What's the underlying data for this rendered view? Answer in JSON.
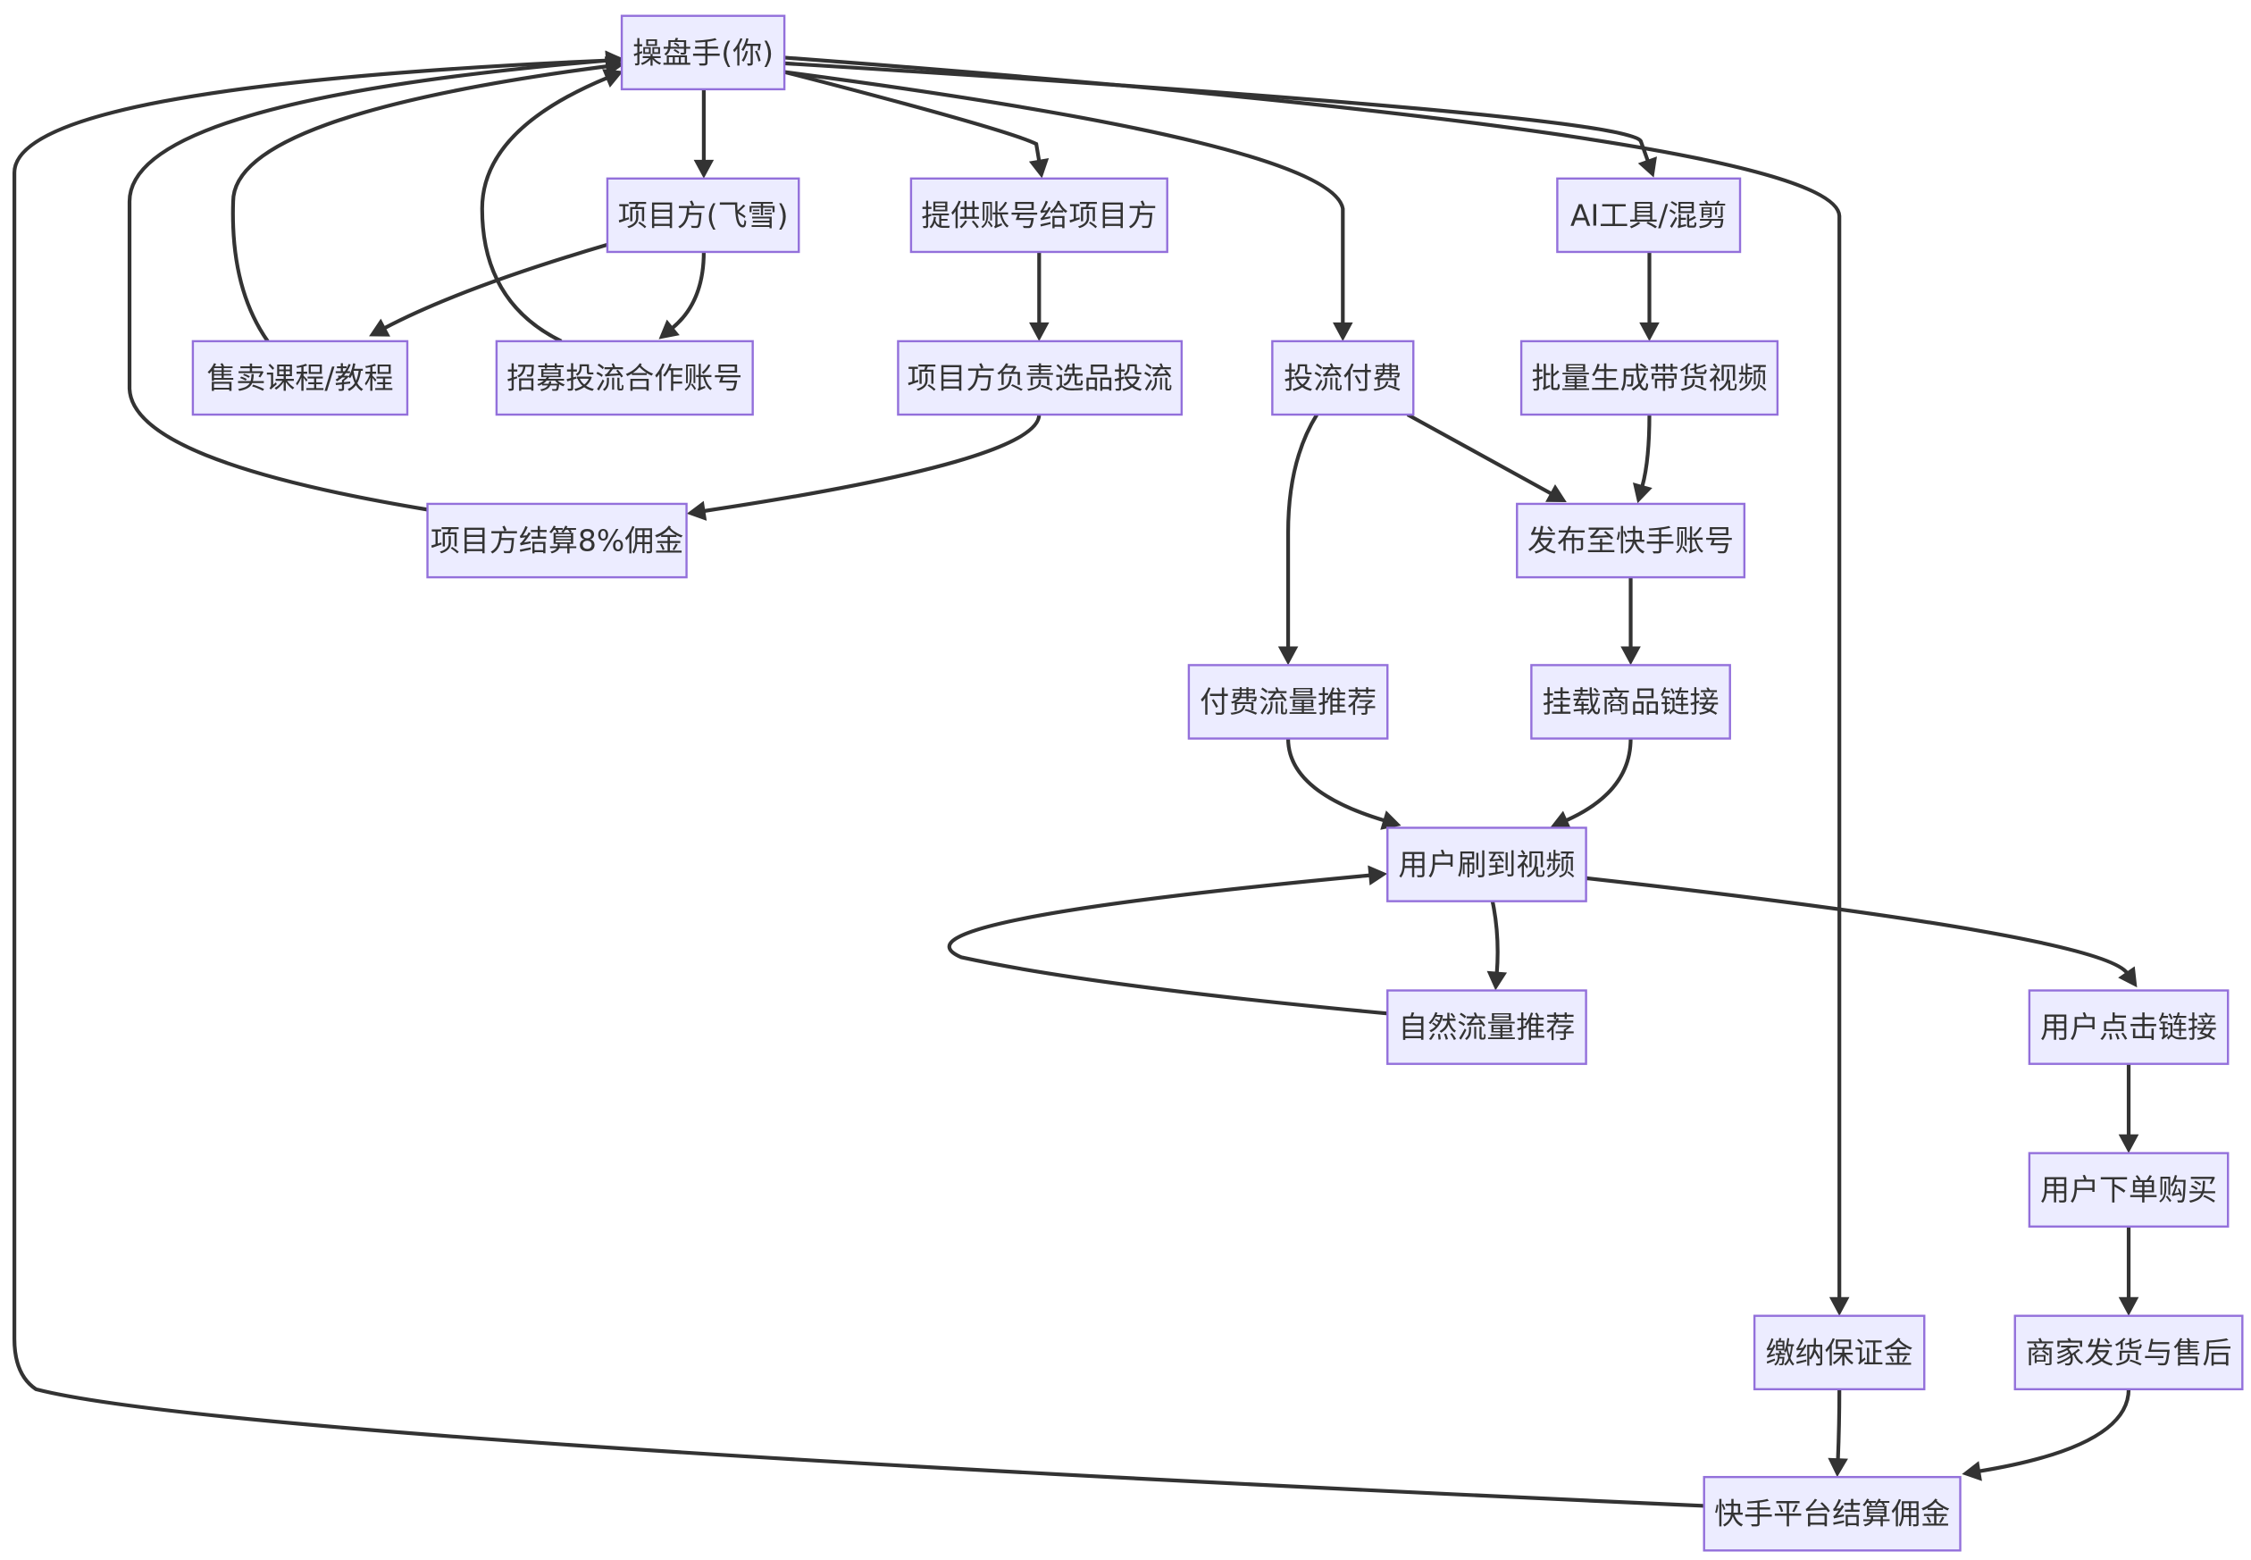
{
  "nodes": [
    {
      "id": "trader",
      "label": "操盘手(你)"
    },
    {
      "id": "project_party",
      "label": "项目方(飞雪)"
    },
    {
      "id": "provide_account",
      "label": "提供账号给项目方"
    },
    {
      "id": "ai_tools",
      "label": "AI工具/混剪"
    },
    {
      "id": "sell_courses",
      "label": "售卖课程/教程"
    },
    {
      "id": "recruit_accounts",
      "label": "招募投流合作账号"
    },
    {
      "id": "project_selects",
      "label": "项目方负责选品投流"
    },
    {
      "id": "paid_promo",
      "label": "投流付费"
    },
    {
      "id": "batch_videos",
      "label": "批量生成带货视频"
    },
    {
      "id": "commission_8",
      "label": "项目方结算8%佣金"
    },
    {
      "id": "publish_ks",
      "label": "发布至快手账号"
    },
    {
      "id": "paid_traffic",
      "label": "付费流量推荐"
    },
    {
      "id": "attach_link",
      "label": "挂载商品链接"
    },
    {
      "id": "user_sees",
      "label": "用户刷到视频"
    },
    {
      "id": "natural_traffic",
      "label": "自然流量推荐"
    },
    {
      "id": "user_clicks",
      "label": "用户点击链接"
    },
    {
      "id": "user_orders",
      "label": "用户下单购买"
    },
    {
      "id": "deposit",
      "label": "缴纳保证金"
    },
    {
      "id": "merchant_ship",
      "label": "商家发货与售后"
    },
    {
      "id": "ks_settle",
      "label": "快手平台结算佣金"
    }
  ],
  "edges": [
    {
      "from": "trader",
      "to": "project_party"
    },
    {
      "from": "trader",
      "to": "provide_account"
    },
    {
      "from": "trader",
      "to": "paid_promo"
    },
    {
      "from": "trader",
      "to": "ai_tools"
    },
    {
      "from": "trader",
      "to": "deposit"
    },
    {
      "from": "project_party",
      "to": "sell_courses"
    },
    {
      "from": "project_party",
      "to": "recruit_accounts"
    },
    {
      "from": "sell_courses",
      "to": "trader"
    },
    {
      "from": "recruit_accounts",
      "to": "trader"
    },
    {
      "from": "provide_account",
      "to": "project_selects"
    },
    {
      "from": "project_selects",
      "to": "commission_8"
    },
    {
      "from": "commission_8",
      "to": "trader"
    },
    {
      "from": "ai_tools",
      "to": "batch_videos"
    },
    {
      "from": "batch_videos",
      "to": "publish_ks"
    },
    {
      "from": "paid_promo",
      "to": "publish_ks"
    },
    {
      "from": "paid_promo",
      "to": "paid_traffic"
    },
    {
      "from": "publish_ks",
      "to": "attach_link"
    },
    {
      "from": "paid_traffic",
      "to": "user_sees"
    },
    {
      "from": "attach_link",
      "to": "user_sees"
    },
    {
      "from": "user_sees",
      "to": "natural_traffic"
    },
    {
      "from": "natural_traffic",
      "to": "user_sees"
    },
    {
      "from": "user_sees",
      "to": "user_clicks"
    },
    {
      "from": "user_clicks",
      "to": "user_orders"
    },
    {
      "from": "user_orders",
      "to": "merchant_ship"
    },
    {
      "from": "merchant_ship",
      "to": "ks_settle"
    },
    {
      "from": "deposit",
      "to": "ks_settle"
    },
    {
      "from": "ks_settle",
      "to": "trader"
    }
  ],
  "colors": {
    "node_fill": "#ECECFF",
    "node_stroke": "#9370DB",
    "edge": "#333333",
    "text": "#333333"
  }
}
